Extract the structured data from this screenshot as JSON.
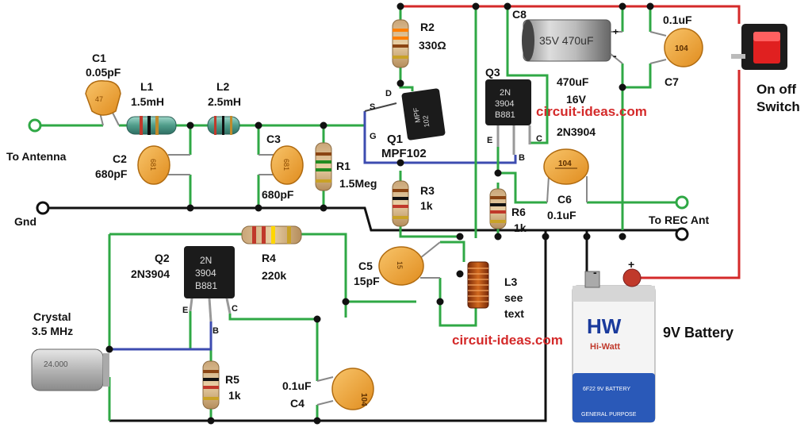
{
  "colors": {
    "green_wire": "#2fa845",
    "black_wire": "#111111",
    "red_wire": "#d42a2a",
    "blue_wire": "#3d4cb0",
    "ceramic_cap": "#f2a63a",
    "watermark": "#d42a2a"
  },
  "labels": {
    "c1_name": "C1",
    "c1_value": "0.05pF",
    "l1_name": "L1",
    "l1_value": "1.5mH",
    "l2_name": "L2",
    "l2_value": "2.5mH",
    "c2_name": "C2",
    "c2_value": "680pF",
    "c3_name": "C3",
    "c3_value": "680pF",
    "r1_name": "R1",
    "r1_value": "1.5Meg",
    "r2_name": "R2",
    "r2_value": "330Ω",
    "r3_name": "R3",
    "r3_value": "1k",
    "q1_name": "Q1",
    "q1_value": "MPF102",
    "q1_pin_d": "D",
    "q1_pin_s": "S",
    "q1_pin_g": "G",
    "c8_name": "C8",
    "c8_value": "470uF",
    "c8_voltage": "16V",
    "c7_name": "C7",
    "c7_value": "0.1uF",
    "q3_name": "Q3",
    "q3_value": "2N3904",
    "q3_pin_e": "E",
    "q3_pin_b": "B",
    "q3_pin_c": "C",
    "r6_name": "R6",
    "r6_value": "1k",
    "c6_name": "C6",
    "c6_value": "0.1uF",
    "switch_label": "On off Switch",
    "antenna_label": "To Antenna",
    "gnd_label": "Gnd",
    "rec_ant_label": "To REC Ant",
    "q2_name": "Q2",
    "q2_value": "2N3904",
    "q2_pin_e": "E",
    "q2_pin_b": "B",
    "q2_pin_c": "C",
    "r4_name": "R4",
    "r4_value": "220k",
    "c5_name": "C5",
    "c5_value": "15pF",
    "l3_name": "L3",
    "l3_note": "see text",
    "crystal_name": "Crystal",
    "crystal_value": "3.5 MHz",
    "r5_name": "R5",
    "r5_value": "1k",
    "c4_name": "C4",
    "c4_value": "0.1uF",
    "battery_label": "9V Battery",
    "watermark": "circuit-ideas.com"
  },
  "part_markings": {
    "cap_104": "104",
    "cap_681": "681",
    "cap_15": "15",
    "cap_47": "47",
    "transistor_line1": "2N",
    "transistor_line2": "3904",
    "transistor_line3": "B881",
    "jfet_line1": "MPF",
    "jfet_line2": "102",
    "crystal_marking": "24.000",
    "electrolytic_text": "35V 470uF",
    "battery_brand": "HW",
    "battery_brand_full": "Hi-Watt",
    "battery_text": "6F22 9V BATTERY",
    "battery_footer": "GENERAL PURPOSE",
    "battery_plus": "+",
    "battery_minus": "-",
    "cap_plus": "+",
    "cap_minus": "-"
  }
}
